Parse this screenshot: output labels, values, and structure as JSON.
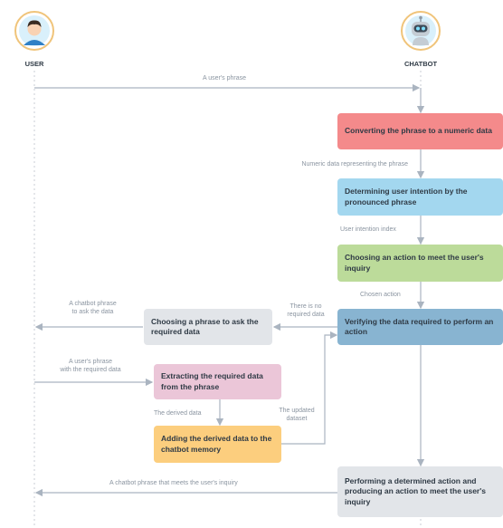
{
  "actors": {
    "user": {
      "name": "USER",
      "icon": "user-avatar-icon"
    },
    "chatbot": {
      "name": "CHATBOT",
      "icon": "robot-avatar-icon"
    }
  },
  "colors": {
    "red": "#f48a8b",
    "blue": "#a3d7ef",
    "green": "#bcdb9a",
    "steel": "#88b4d1",
    "gray": "#e2e5e9",
    "pink": "#ebc6d8",
    "orange": "#fcce7e",
    "arrow": "#aab4c0",
    "lifeline": "#c9ced4"
  },
  "boxes": {
    "convert": "Converting the phrase to a numeric data",
    "intention": "Determining user intention by the pronounced phrase",
    "choose_action": "Choosing an action to meet the user's inquiry",
    "verify": "Verifying the data required to perform an action",
    "choose_phrase": "Choosing a phrase to ask the required data",
    "extract": "Extracting the required data from the phrase",
    "add_memory": "Adding the derived data to the chatbot memory",
    "perform": "Performing a determined action and producing an action to meet the user's inquiry"
  },
  "labels": {
    "users_phrase": "A user's phrase",
    "numeric_data": "Numeric data representing the phrase",
    "intention_index": "User intention index",
    "chosen_action": "Chosen action",
    "no_required": "There is no\nrequired data",
    "chatbot_ask": "A chatbot phrase\nto ask the data",
    "user_with_data": "A user's phrase\nwith the required data",
    "derived_data": "The derived data",
    "updated_dataset": "The updated\ndataset",
    "final_phrase": "A chatbot phrase that meets the user's inquiry"
  }
}
